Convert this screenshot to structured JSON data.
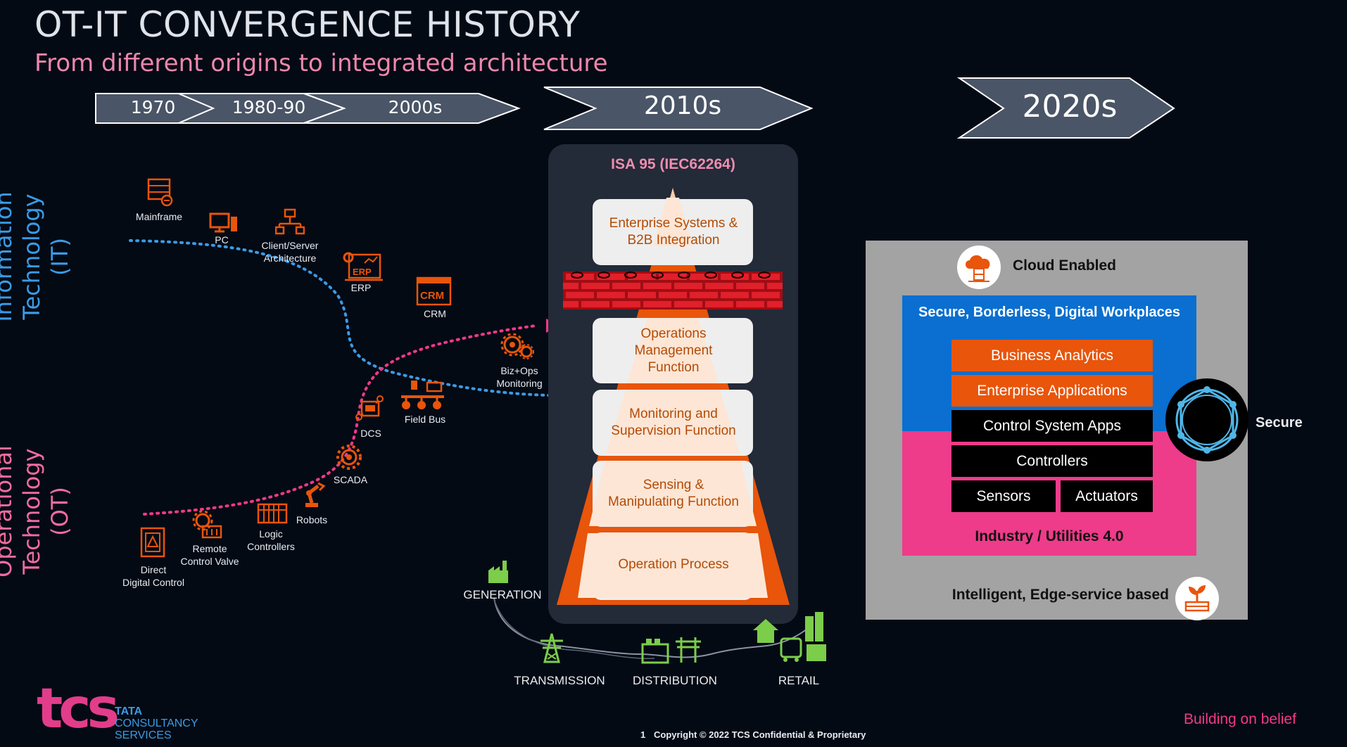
{
  "title": "OT-IT CONVERGENCE HISTORY",
  "subtitle": "From different origins to integrated architecture",
  "timeline": [
    "1970",
    "1980-90",
    "2000s",
    "2010s",
    "2020s"
  ],
  "side_labels": {
    "it_line1": "Information",
    "it_line2": "Technology",
    "it_line3": "(IT)",
    "ot_line1": "Operational",
    "ot_line2": "Technology",
    "ot_line3": "(OT)"
  },
  "it_items": {
    "mainframe": "Mainframe",
    "pc": "PC",
    "client_server_1": "Client/Server",
    "client_server_2": "Architecture",
    "erp": "ERP",
    "crm": "CRM",
    "bizops_1": "Biz+Ops",
    "bizops_2": "Monitoring"
  },
  "ot_items": {
    "direct_1": "Direct",
    "direct_2": "Digital Control",
    "valve_1": "Remote",
    "valve_2": "Control Valve",
    "logic_1": "Logic",
    "logic_2": "Controllers",
    "robots": "Robots",
    "scada": "SCADA",
    "dcs": "DCS",
    "fieldbus": "Field Bus"
  },
  "icon_text": {
    "erp": "ERP",
    "crm": "CRM"
  },
  "isa": {
    "title": "ISA 95 (IEC62264)",
    "level1_line1": "Enterprise Systems &",
    "level1_line2": "B2B Integration",
    "level2_line1": "Operations",
    "level2_line2": "Management",
    "level2_line3": "Function",
    "level3_line1": "Monitoring and",
    "level3_line2": "Supervision Function",
    "level4_line1": "Sensing &",
    "level4_line2": "Manipulating Function",
    "level5": "Operation Process"
  },
  "grid": {
    "generation": "GENERATION",
    "transmission": "TRANSMISSION",
    "distribution": "DISTRIBUTION",
    "retail": "RETAIL"
  },
  "arch": {
    "cloud": "Cloud Enabled",
    "workplaces": "Secure, Borderless, Digital Workplaces",
    "business_analytics": "Business Analytics",
    "enterprise_apps": "Enterprise Applications",
    "control_apps": "Control System Apps",
    "controllers": "Controllers",
    "sensors": "Sensors",
    "actuators": "Actuators",
    "industry": "Industry / Utilities 4.0",
    "edge": "Intelligent, Edge-service based",
    "secure": "Secure"
  },
  "footer": {
    "brand_1": "TATA",
    "brand_2": "CONSULTANCY",
    "brand_3": "SERVICES",
    "logo": "tcs",
    "page": "1",
    "copyright": "Copyright © 2022 TCS Confidential & Proprietary",
    "tagline": "Building on belief"
  },
  "colors": {
    "background": "#040a14",
    "orange": "#e8550b",
    "pink": "#f0398a",
    "blue": "#3a9be6",
    "chevron": "#4a5567",
    "green": "#7ccd4a",
    "workplace_blue": "#0a6fd0",
    "frame_gray": "#a3a3a3"
  }
}
